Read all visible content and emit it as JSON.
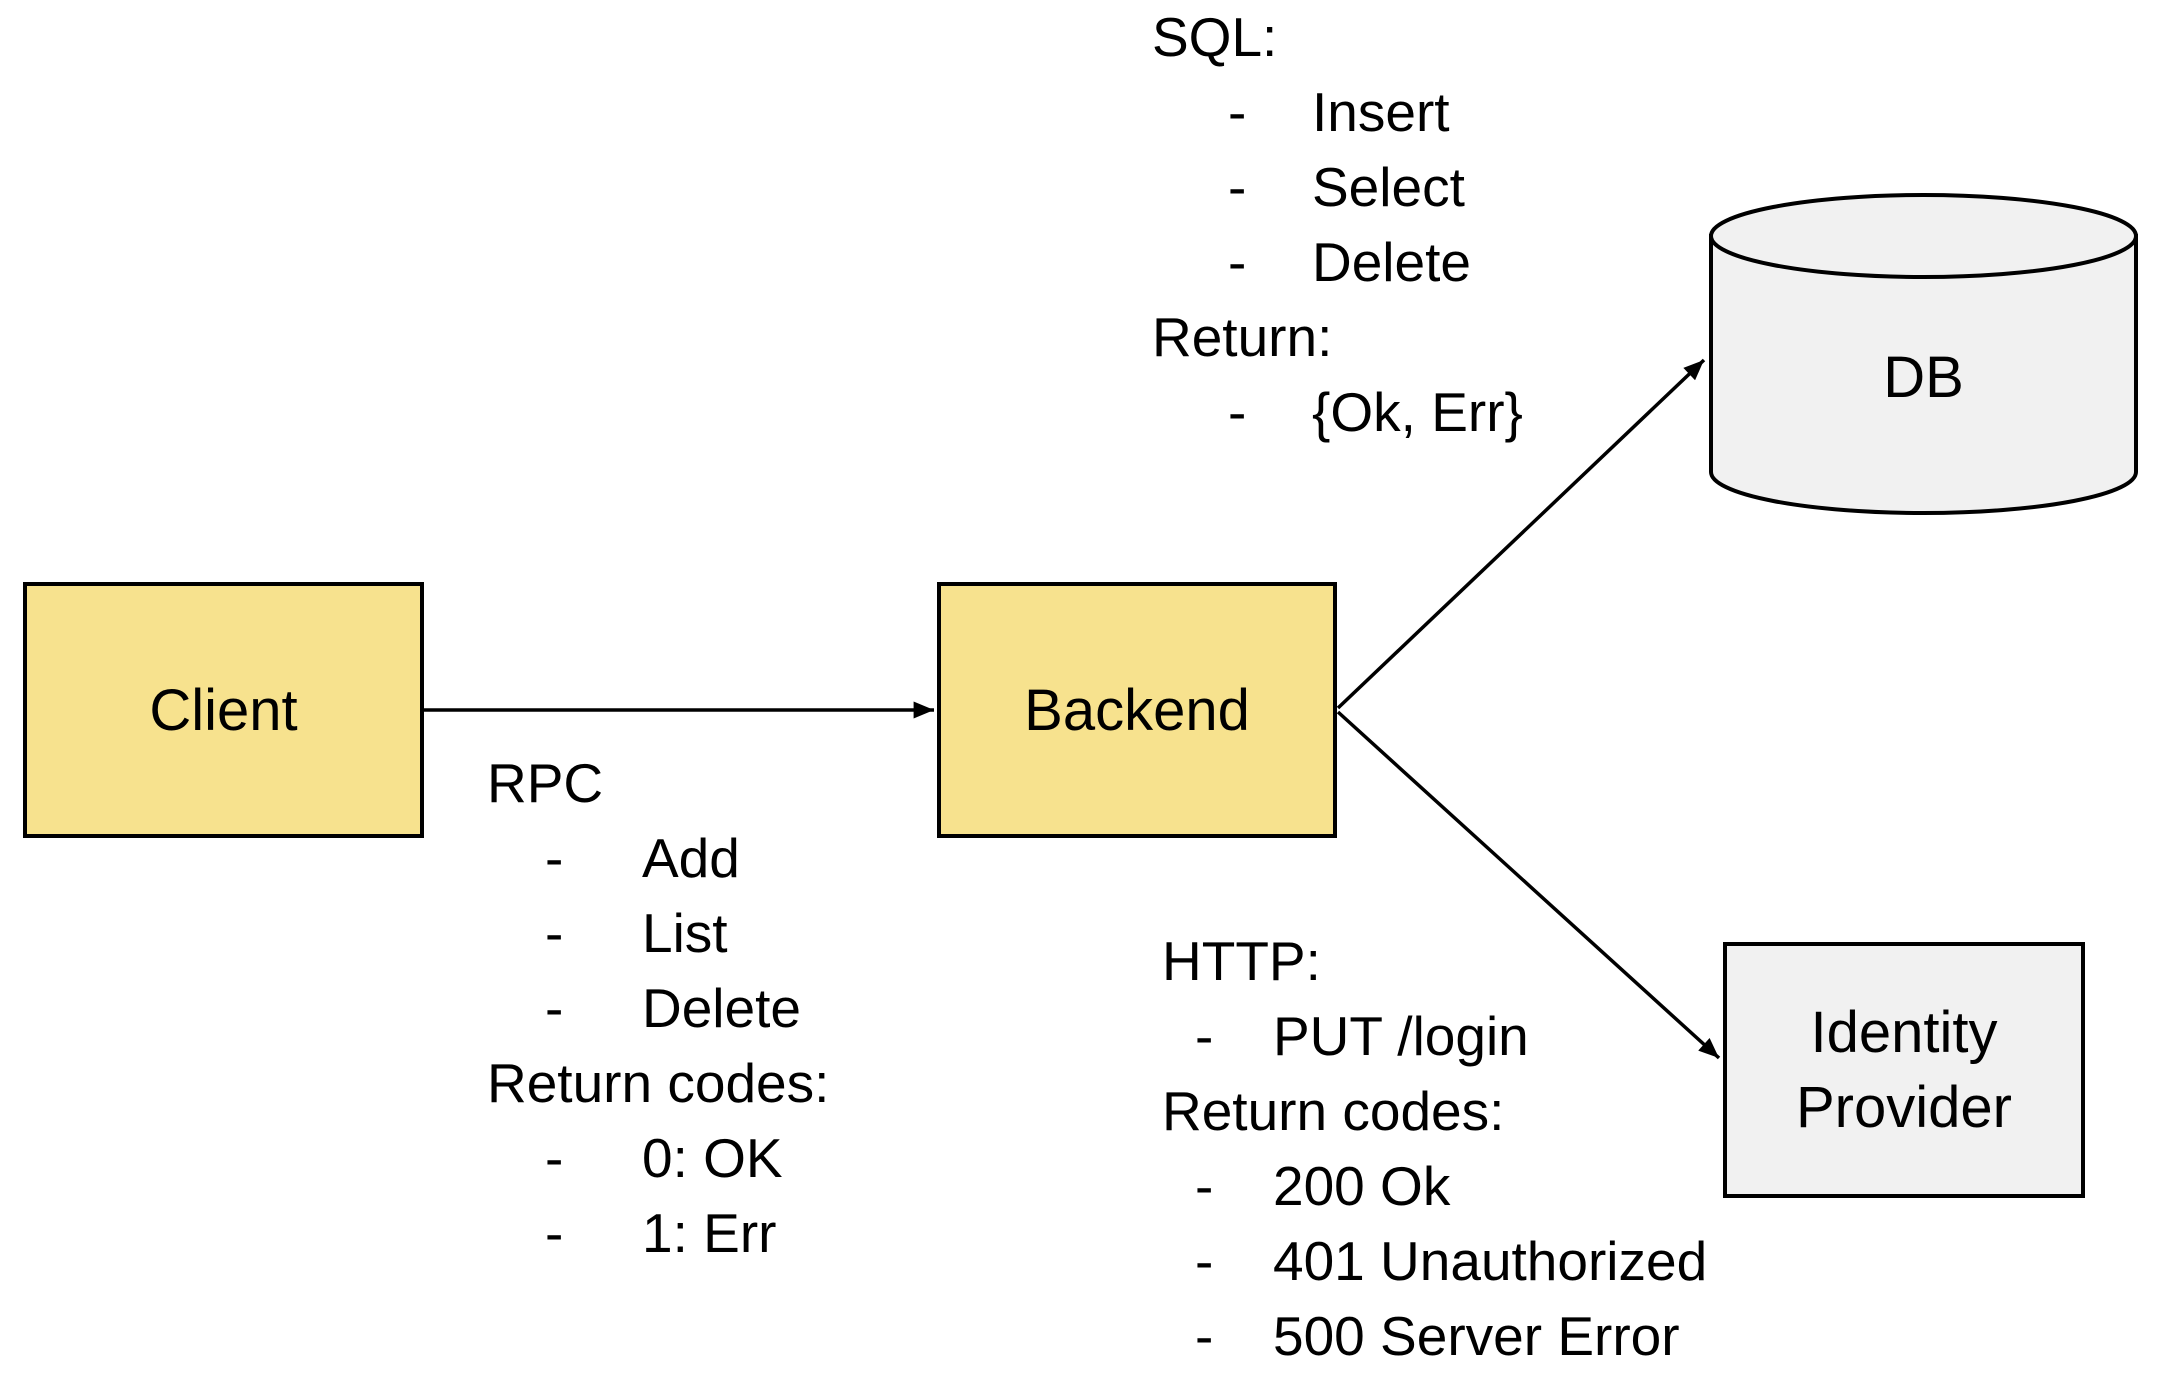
{
  "colors": {
    "yellow_fill": "#F7E28E",
    "gray_fill": "#F1F1F1",
    "stroke": "#000000",
    "background": "#FFFFFF"
  },
  "glyphs": {
    "dash": "-"
  },
  "nodes": {
    "client": {
      "label": "Client"
    },
    "backend": {
      "label": "Backend"
    },
    "db": {
      "label": "DB"
    },
    "identity_provider": {
      "line1": "Identity",
      "line2": "Provider"
    }
  },
  "blocks": {
    "sql": {
      "lines": [
        {
          "kind": "label",
          "text": "SQL:"
        },
        {
          "kind": "bullet",
          "text": "Insert"
        },
        {
          "kind": "bullet",
          "text": "Select"
        },
        {
          "kind": "bullet",
          "text": "Delete"
        },
        {
          "kind": "label",
          "text": "Return:"
        },
        {
          "kind": "bullet",
          "text": "{Ok, Err}"
        }
      ]
    },
    "rpc": {
      "lines": [
        {
          "kind": "label",
          "text": "RPC"
        },
        {
          "kind": "bullet",
          "text": "Add"
        },
        {
          "kind": "bullet",
          "text": "List"
        },
        {
          "kind": "bullet",
          "text": "Delete"
        },
        {
          "kind": "label",
          "text": "Return codes:"
        },
        {
          "kind": "bullet",
          "text": "0: OK"
        },
        {
          "kind": "bullet",
          "text": "1: Err"
        }
      ]
    },
    "http": {
      "lines": [
        {
          "kind": "label",
          "text": "HTTP:"
        },
        {
          "kind": "bullet",
          "text": "PUT /login"
        },
        {
          "kind": "label",
          "text": "Return codes:"
        },
        {
          "kind": "bullet",
          "text": "200 Ok"
        },
        {
          "kind": "bullet",
          "text": "401 Unauthorized"
        },
        {
          "kind": "bullet",
          "text": "500 Server Error"
        }
      ]
    }
  }
}
